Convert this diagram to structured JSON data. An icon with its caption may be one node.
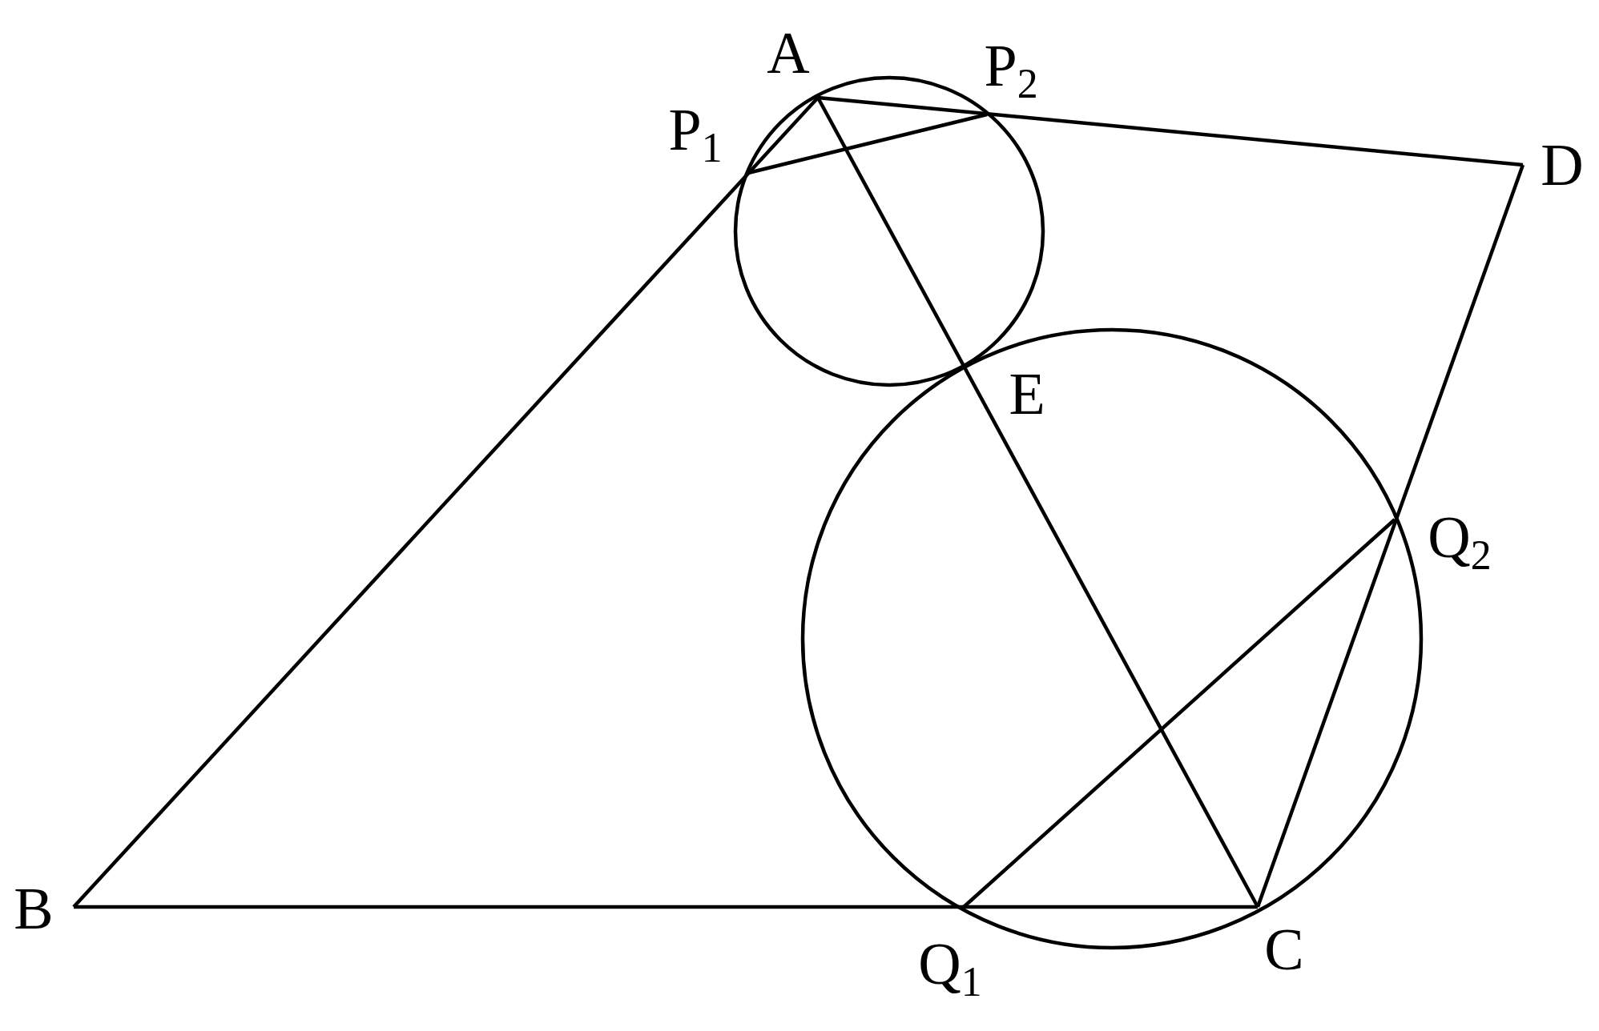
{
  "diagram": {
    "labels": [
      "A",
      "P$_{2}$",
      "P$_{1}$",
      "D",
      "E",
      "Q$_{2}$",
      "B",
      "Q$_{1}$",
      "C"
    ]
  }
}
